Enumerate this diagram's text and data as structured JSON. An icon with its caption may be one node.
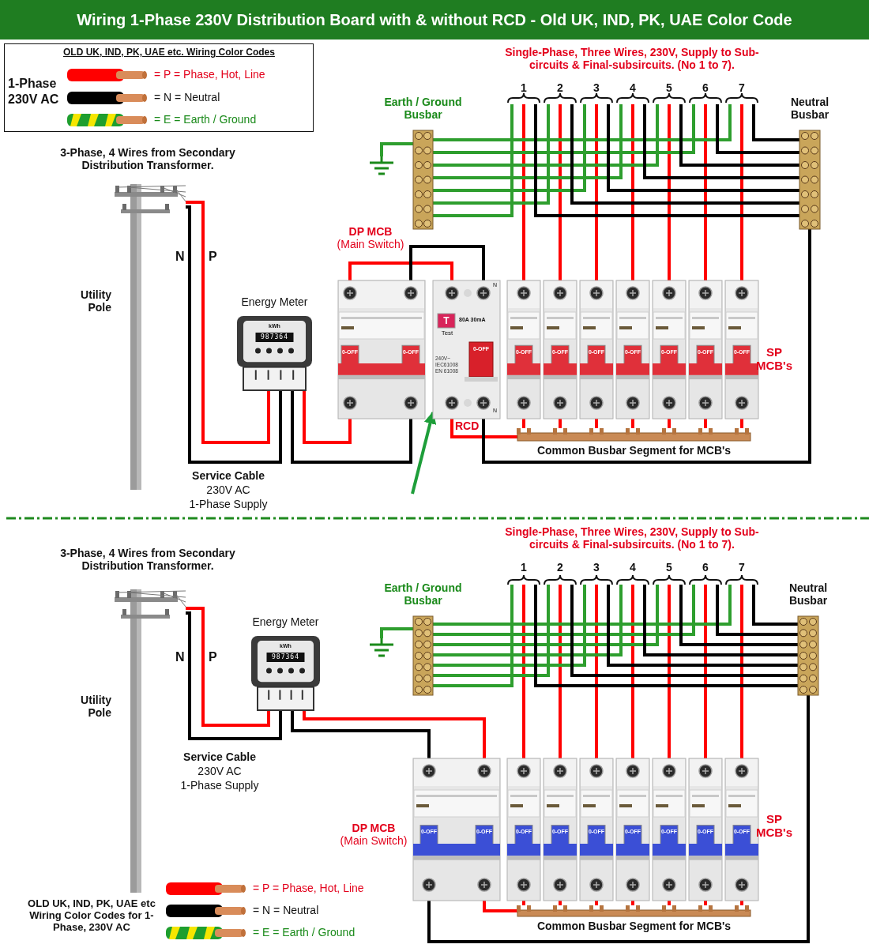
{
  "diagram": {
    "title": "Wiring 1-Phase 230V Distribution Board with & without RCD - Old UK, IND, PK, UAE Color Code",
    "nodes": [
      {
        "text": [],
        "shape": "picture",
        "beside": [
          "Utility Pole"
        ]
      },
      {
        "text": [
          "Energy Meter",
          "kWh",
          "987364"
        ]
      },
      {
        "text": [
          "**DP MCB** (Main Switch)",
          "0-OFF",
          "0-OFF"
        ]
      },
      {
        "text": [
          "RCD",
          "T",
          "Test",
          "80A 30mA",
          "0-OFF",
          "240V~ IEC61008 EN 61008",
          "N",
          "N"
        ]
      },
      {
        "text": [
          "0-OFF"
        ]
      },
      {
        "text": [
          "0-OFF"
        ]
      },
      {
        "text": [
          "0-OFF"
        ]
      },
      {
        "text": [
          "0-OFF"
        ]
      },
      {
        "text": [
          "0-OFF"
        ]
      },
      {
        "text": [
          "0-OFF"
        ]
      },
      {
        "text": [
          "0-OFF"
        ]
      },
      {
        "text": [
          "Common Busbar Segment for MCB's"
        ]
      },
      {
        "text": [
          "Earth / Ground Busbar"
        ]
      },
      {
        "text": [
          "Neutral Busbar"
        ]
      },
      {
        "text": [],
        "shape": "picture"
      },
      {
        "text": [],
        "shape": "picture",
        "beside": [
          "Utility Pole"
        ]
      },
      {
        "text": [
          "Energy Meter",
          "kWh",
          "987364"
        ]
      },
      {
        "text": [
          "**DP MCB** (Main Switch)",
          "0-OFF",
          "0-OFF"
        ]
      },
      {
        "text": [
          "0-OFF"
        ]
      },
      {
        "text": [
          "0-OFF"
        ]
      },
      {
        "text": [
          "0-OFF"
        ]
      },
      {
        "text": [
          "0-OFF"
        ]
      },
      {
        "text": [
          "0-OFF"
        ]
      },
      {
        "text": [
          "0-OFF"
        ]
      },
      {
        "text": [
          "0-OFF"
        ]
      },
      {
        "text": [
          "Common Busbar Segment for MCB's"
        ]
      },
      {
        "text": [
          "Earth / Ground Busbar"
        ]
      },
      {
        "text": [
          "Neutral Busbar"
        ]
      },
      {
        "text": [],
        "shape": "picture"
      }
    ],
    "edges": [
      {
        "from": 0,
        "to": 1,
        "arrow": "none",
        "label": "N",
        "color": "#000000"
      },
      {
        "from": 0,
        "to": 1,
        "arrow": "none",
        "label": "P",
        "color": "#ff0000"
      },
      {
        "from": 1,
        "to": 2,
        "arrow": "none",
        "color": "#ff0000"
      },
      {
        "from": 1,
        "to": 2,
        "arrow": "none",
        "color": "#000000"
      },
      {
        "from": 2,
        "to": 3,
        "arrow": "none",
        "color": "#ff0000"
      },
      {
        "from": 2,
        "to": 3,
        "arrow": "none",
        "color": "#000000"
      },
      {
        "from": 3,
        "to": 11,
        "arrow": "none",
        "color": "#ff0000"
      },
      {
        "from": 3,
        "to": 13,
        "arrow": "none",
        "color": "#000000"
      },
      {
        "from": 11,
        "to": 4,
        "arrow": "none",
        "color": "#ff0000"
      },
      {
        "from": 11,
        "to": 5,
        "arrow": "none",
        "color": "#ff0000"
      },
      {
        "from": 11,
        "to": 6,
        "arrow": "none",
        "color": "#ff0000"
      },
      {
        "from": 11,
        "to": 7,
        "arrow": "none",
        "color": "#ff0000"
      },
      {
        "from": 11,
        "to": 8,
        "arrow": "none",
        "color": "#ff0000"
      },
      {
        "from": 11,
        "to": 9,
        "arrow": "none",
        "color": "#ff0000"
      },
      {
        "from": 11,
        "to": 10,
        "arrow": "none",
        "color": "#ff0000"
      },
      {
        "from": 4,
        "to": null,
        "arrow": "none",
        "color": "#ff0000"
      },
      {
        "from": 5,
        "to": null,
        "arrow": "none",
        "color": "#ff0000"
      },
      {
        "from": 6,
        "to": null,
        "arrow": "none",
        "color": "#ff0000"
      },
      {
        "from": 7,
        "to": null,
        "arrow": "none",
        "color": "#ff0000"
      },
      {
        "from": 8,
        "to": null,
        "arrow": "none",
        "color": "#ff0000"
      },
      {
        "from": 9,
        "to": null,
        "arrow": "none",
        "color": "#ff0000"
      },
      {
        "from": 10,
        "to": null,
        "arrow": "none",
        "color": "#ff0000"
      },
      {
        "from": 12,
        "to": null,
        "arrow": "none",
        "color": "#2e9e2e"
      },
      {
        "from": 12,
        "to": null,
        "arrow": "none",
        "color": "#2e9e2e"
      },
      {
        "from": 12,
        "to": null,
        "arrow": "none",
        "color": "#2e9e2e"
      },
      {
        "from": 12,
        "to": null,
        "arrow": "none",
        "color": "#2e9e2e"
      },
      {
        "from": 12,
        "to": null,
        "arrow": "none",
        "color": "#2e9e2e"
      },
      {
        "from": 12,
        "to": null,
        "arrow": "none",
        "color": "#2e9e2e"
      },
      {
        "from": 12,
        "to": null,
        "arrow": "none",
        "color": "#2e9e2e"
      },
      {
        "from": 13,
        "to": null,
        "arrow": "none",
        "color": "#000000"
      },
      {
        "from": 13,
        "to": null,
        "arrow": "none",
        "color": "#000000"
      },
      {
        "from": 13,
        "to": null,
        "arrow": "none",
        "color": "#000000"
      },
      {
        "from": 13,
        "to": null,
        "arrow": "none",
        "color": "#000000"
      },
      {
        "from": 13,
        "to": null,
        "arrow": "none",
        "color": "#000000"
      },
      {
        "from": 13,
        "to": null,
        "arrow": "none",
        "color": "#000000"
      },
      {
        "from": 13,
        "to": null,
        "arrow": "none",
        "color": "#000000"
      },
      {
        "from": 12,
        "to": 14,
        "arrow": "none",
        "color": "#2e9e2e"
      },
      {
        "from": null,
        "to": 3,
        "arrow": "to",
        "color": "#1e9e3a"
      },
      {
        "from": 15,
        "to": 16,
        "arrow": "none",
        "label": "N",
        "color": "#000000"
      },
      {
        "from": 15,
        "to": 16,
        "arrow": "none",
        "label": "P",
        "color": "#ff0000"
      },
      {
        "from": 16,
        "to": 17,
        "arrow": "none",
        "color": "#ff0000"
      },
      {
        "from": 16,
        "to": 17,
        "arrow": "none",
        "color": "#000000"
      },
      {
        "from": 17,
        "to": 25,
        "arrow": "none",
        "color": "#ff0000"
      },
      {
        "from": 17,
        "to": 27,
        "arrow": "none",
        "color": "#000000"
      },
      {
        "from": 25,
        "to": 18,
        "arrow": "none",
        "color": "#ff0000"
      },
      {
        "from": 25,
        "to": 19,
        "arrow": "none",
        "color": "#ff0000"
      },
      {
        "from": 25,
        "to": 20,
        "arrow": "none",
        "color": "#ff0000"
      },
      {
        "from": 25,
        "to": 21,
        "arrow": "none",
        "color": "#ff0000"
      },
      {
        "from": 25,
        "to": 22,
        "arrow": "none",
        "color": "#ff0000"
      },
      {
        "from": 25,
        "to": 23,
        "arrow": "none",
        "color": "#ff0000"
      },
      {
        "from": 25,
        "to": 24,
        "arrow": "none",
        "color": "#ff0000"
      },
      {
        "from": 18,
        "to": null,
        "arrow": "none",
        "color": "#ff0000"
      },
      {
        "from": 19,
        "to": null,
        "arrow": "none",
        "color": "#ff0000"
      },
      {
        "from": 20,
        "to": null,
        "arrow": "none",
        "color": "#ff0000"
      },
      {
        "from": 21,
        "to": null,
        "arrow": "none",
        "color": "#ff0000"
      },
      {
        "from": 22,
        "to": null,
        "arrow": "none",
        "color": "#ff0000"
      },
      {
        "from": 23,
        "to": null,
        "arrow": "none",
        "color": "#ff0000"
      },
      {
        "from": 24,
        "to": null,
        "arrow": "none",
        "color": "#ff0000"
      },
      {
        "from": 26,
        "to": null,
        "arrow": "none",
        "color": "#2e9e2e"
      },
      {
        "from": 26,
        "to": null,
        "arrow": "none",
        "color": "#2e9e2e"
      },
      {
        "from": 26,
        "to": null,
        "arrow": "none",
        "color": "#2e9e2e"
      },
      {
        "from": 26,
        "to": null,
        "arrow": "none",
        "color": "#2e9e2e"
      },
      {
        "from": 26,
        "to": null,
        "arrow": "none",
        "color": "#2e9e2e"
      },
      {
        "from": 26,
        "to": null,
        "arrow": "none",
        "color": "#2e9e2e"
      },
      {
        "from": 26,
        "to": null,
        "arrow": "none",
        "color": "#2e9e2e"
      },
      {
        "from": 27,
        "to": null,
        "arrow": "none",
        "color": "#000000"
      },
      {
        "from": 27,
        "to": null,
        "arrow": "none",
        "color": "#000000"
      },
      {
        "from": 27,
        "to": null,
        "arrow": "none",
        "color": "#000000"
      },
      {
        "from": 27,
        "to": null,
        "arrow": "none",
        "color": "#000000"
      },
      {
        "from": 27,
        "to": null,
        "arrow": "none",
        "color": "#000000"
      },
      {
        "from": 27,
        "to": null,
        "arrow": "none",
        "color": "#000000"
      },
      {
        "from": 27,
        "to": null,
        "arrow": "none",
        "color": "#000000"
      },
      {
        "from": 26,
        "to": 28,
        "arrow": "none",
        "color": "#2e9e2e"
      }
    ],
    "labels": [
      "OLD UK, IND, PK, UAE etc. Wiring Color Codes",
      "1-Phase 230V AC",
      "3-Phase, 4 Wires from Secondary Distribution Transformer.",
      "Single-Phase, Three Wires, 230V, Supply to Sub-circuits & Final-subsircuits. (No 1 to 7).",
      "1",
      "2",
      "3",
      "4",
      "5",
      "6",
      "7",
      "SP MCB's",
      "Service Cable",
      "230V AC",
      "1-Phase Supply",
      "3-Phase, 4 Wires from Secondary Distribution Transformer.",
      "Single-Phase, Three Wires, 230V, Supply to Sub-circuits & Final-subsircuits. (No 1 to 7).",
      "1",
      "2",
      "3",
      "4",
      "5",
      "6",
      "7",
      "Service Cable",
      "230V AC",
      "1-Phase Supply",
      "SP MCB's",
      "OLD UK, IND, PK, UAE etc Wiring Color Codes for 1-Phase, 230V AC"
    ],
    "legend": [
      {
        "text": "= P = Phase, Hot, Line",
        "color": "#ff0000"
      },
      {
        "text": "= N = Neutral",
        "color": "#000000"
      },
      {
        "text": "= E = Earth / Ground"
      },
      {
        "text": "= P = Phase, Hot, Line",
        "color": "#ff0000"
      },
      {
        "text": "= N = Neutral",
        "color": "#000000"
      },
      {
        "text": "= E = Earth / Ground"
      }
    ]
  }
}
